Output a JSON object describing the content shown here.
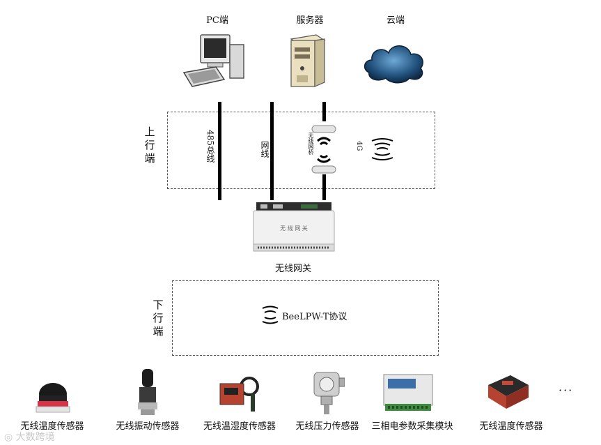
{
  "top": {
    "pc_label": "PC端",
    "server_label": "服务器",
    "cloud_label": "云端"
  },
  "uplink": {
    "side_label": [
      "上",
      "行",
      "端"
    ],
    "bus_485": "485总线",
    "net_cable": "网线",
    "wireless_bridge": "无线网桥",
    "cellular": "4G"
  },
  "gateway": {
    "device_text": "无 线 网 关",
    "label": "无线网关"
  },
  "downlink": {
    "side_label": [
      "下",
      "行",
      "端"
    ],
    "protocol": "BeeLPW-T协议"
  },
  "sensors": [
    {
      "label": "无线温度传感器",
      "icon": "temperature-puck-icon"
    },
    {
      "label": "无线振动传感器",
      "icon": "vibration-sensor-icon"
    },
    {
      "label": "无线温湿度传感器",
      "icon": "clamp-sensor-icon"
    },
    {
      "label": "无线压力传感器",
      "icon": "pressure-sensor-icon"
    },
    {
      "label": "三相电参数采集模块",
      "icon": "power-module-icon"
    },
    {
      "label": "无线温度传感器",
      "icon": "temperature-module-icon"
    }
  ],
  "more": "···",
  "watermark": "大数跨境",
  "colors": {
    "bus": "#000000",
    "dashed_border": "#555555",
    "cloud": "#1f4f7a"
  }
}
